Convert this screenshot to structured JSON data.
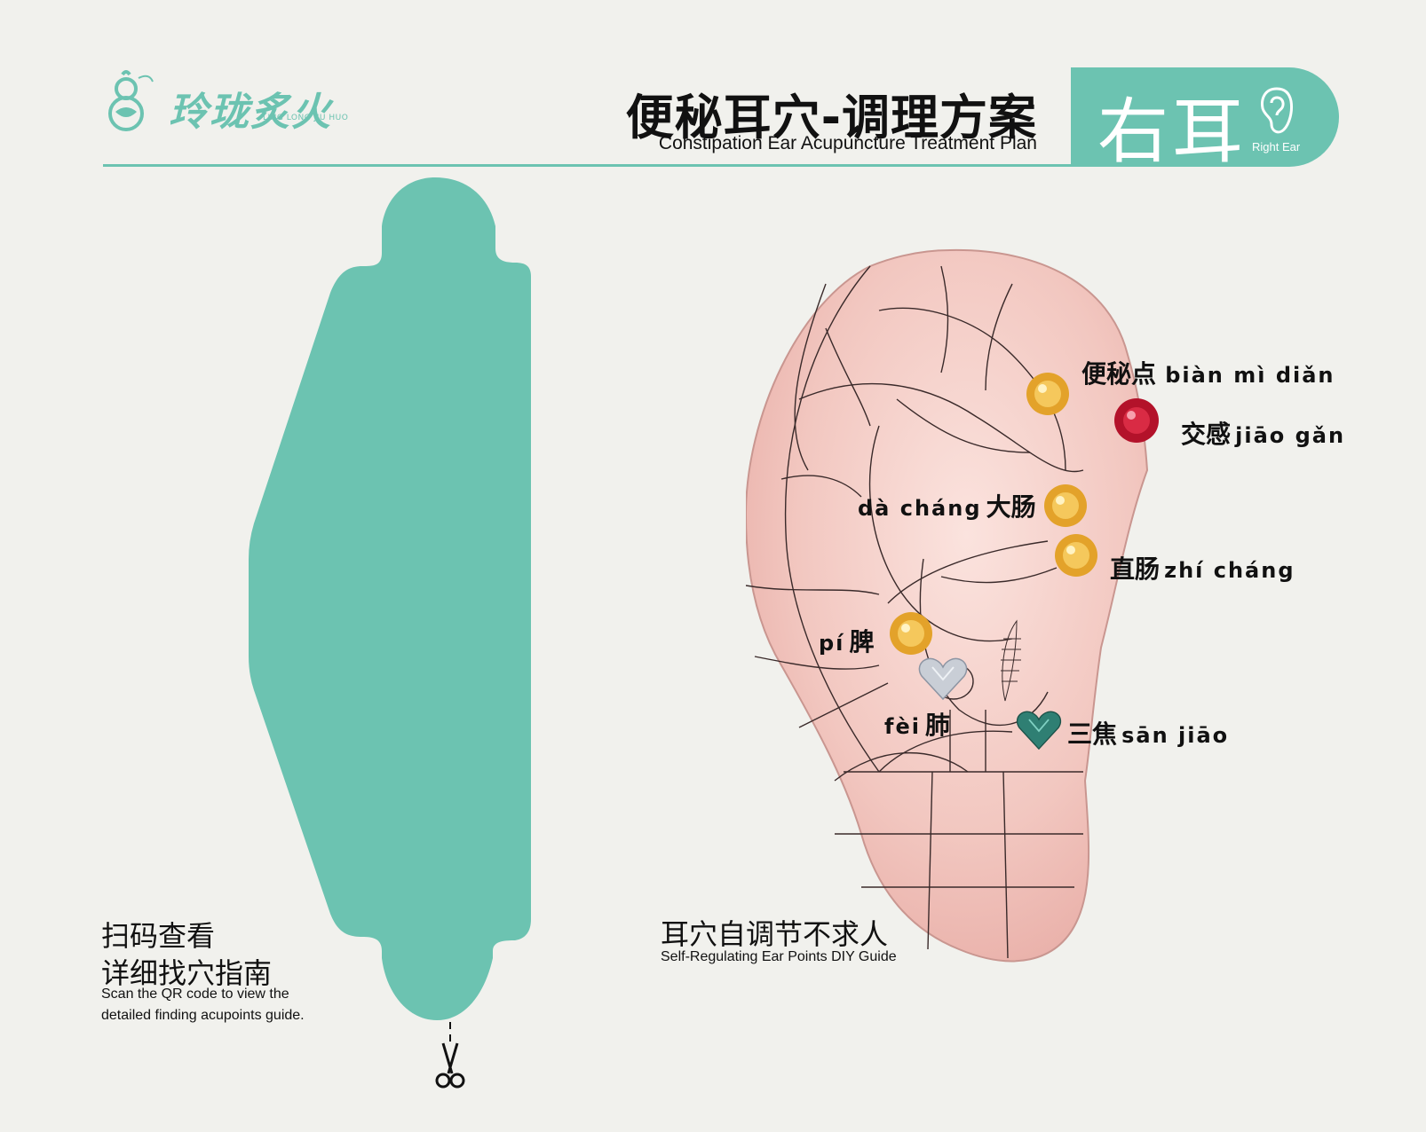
{
  "brand": {
    "logo_text": "玲珑炙火",
    "logo_subtitle": "LING LONG JIU HUO",
    "logo_icon": "gourd-icon",
    "accent_color": "#6cc3b1"
  },
  "header": {
    "title_cn": "便秘耳穴-调理方案",
    "title_en": "Constipation Ear Acupuncture Treatment Plan",
    "ear_side_cn": "右耳",
    "ear_side_en": "Right Ear",
    "ear_icon": "ear-icon"
  },
  "qr_panel": {
    "scan_cn_line1": "扫码查看",
    "scan_cn_line2": "详细找穴指南",
    "scan_en_line1": "Scan the QR code to view the",
    "scan_en_line2": "detailed finding acupoints guide.",
    "scissors_icon": "scissors-icon"
  },
  "guide": {
    "tagline_cn": "耳穴自调节不求人",
    "tagline_en": "Self-Regulating Ear Points DIY Guide"
  },
  "points": [
    {
      "cn": "便秘点",
      "pinyin": "biàn mì diǎn",
      "gem": "yellow-round"
    },
    {
      "cn": "交感",
      "pinyin": "jiāo gǎn",
      "gem": "red-round"
    },
    {
      "cn": "大肠",
      "pinyin": "dà cháng",
      "gem": "yellow-round"
    },
    {
      "cn": "直肠",
      "pinyin": "zhí cháng",
      "gem": "yellow-round"
    },
    {
      "cn": "脾",
      "pinyin": "pí",
      "gem": "yellow-round"
    },
    {
      "cn": "肺",
      "pinyin": "fèi",
      "gem": "white-heart"
    },
    {
      "cn": "三焦",
      "pinyin": "sān jiāo",
      "gem": "green-heart"
    }
  ]
}
